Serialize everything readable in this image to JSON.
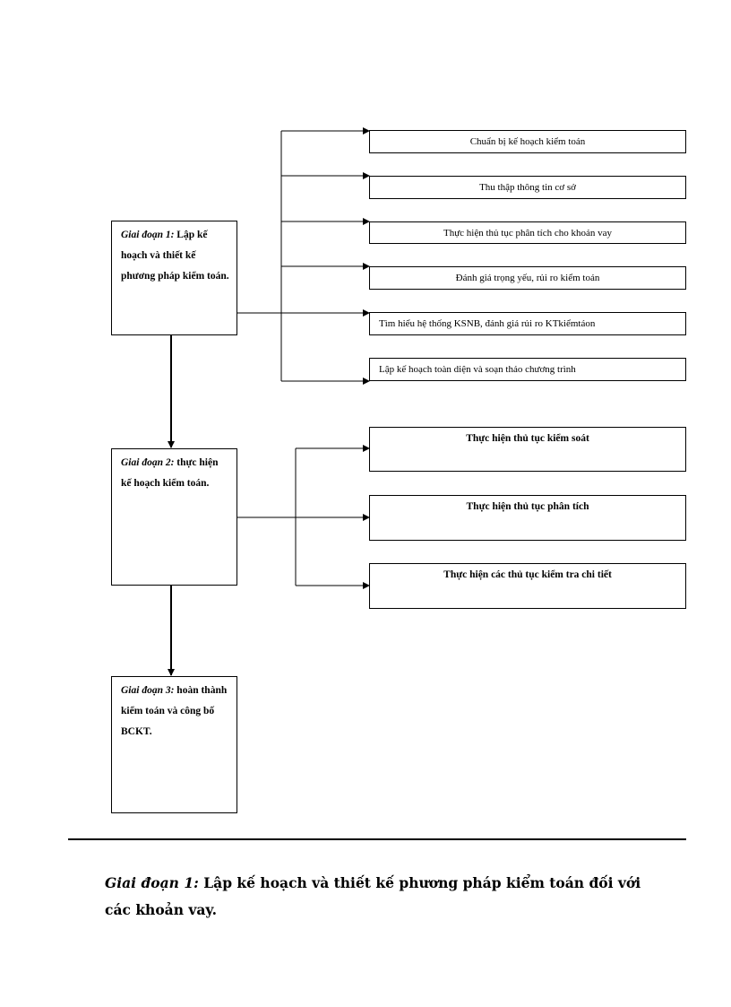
{
  "stages": [
    {
      "phase": "Giai đoạn 1:",
      "text": " Lập kế hoạch và thiết kế phương pháp kiểm toán."
    },
    {
      "phase": "Giai đoạn 2:",
      "text": " thực hiện kế hoạch kiểm toán."
    },
    {
      "phase": "Giai đoạn 3:",
      "text": " hoàn thành kiểm toán và công bố BCKT."
    }
  ],
  "stage1_tasks": [
    "Chuẩn bị kế hoạch kiểm toán",
    "Thu thập thông tin cơ sở",
    "Thực hiện thủ tục phân tích cho khoản vay",
    "Đánh giá trọng yếu, rủi ro kiểm toán",
    "Tìm hiểu hệ thống KSNB, đánh giá rủi ro KTkiểmtáon",
    "Lập kế hoạch toàn diện và soạn thảo chương trình"
  ],
  "stage2_tasks": [
    "Thực hiện thủ tục kiểm soát",
    "Thực hiện thủ tục phân tích",
    "Thực hiện các thủ tục kiểm tra chi tiết"
  ],
  "caption": {
    "phase": "Giai đoạn 1:",
    "text": " Lập kế hoạch và thiết kế phương pháp kiểm toán đối với các khoản vay."
  }
}
